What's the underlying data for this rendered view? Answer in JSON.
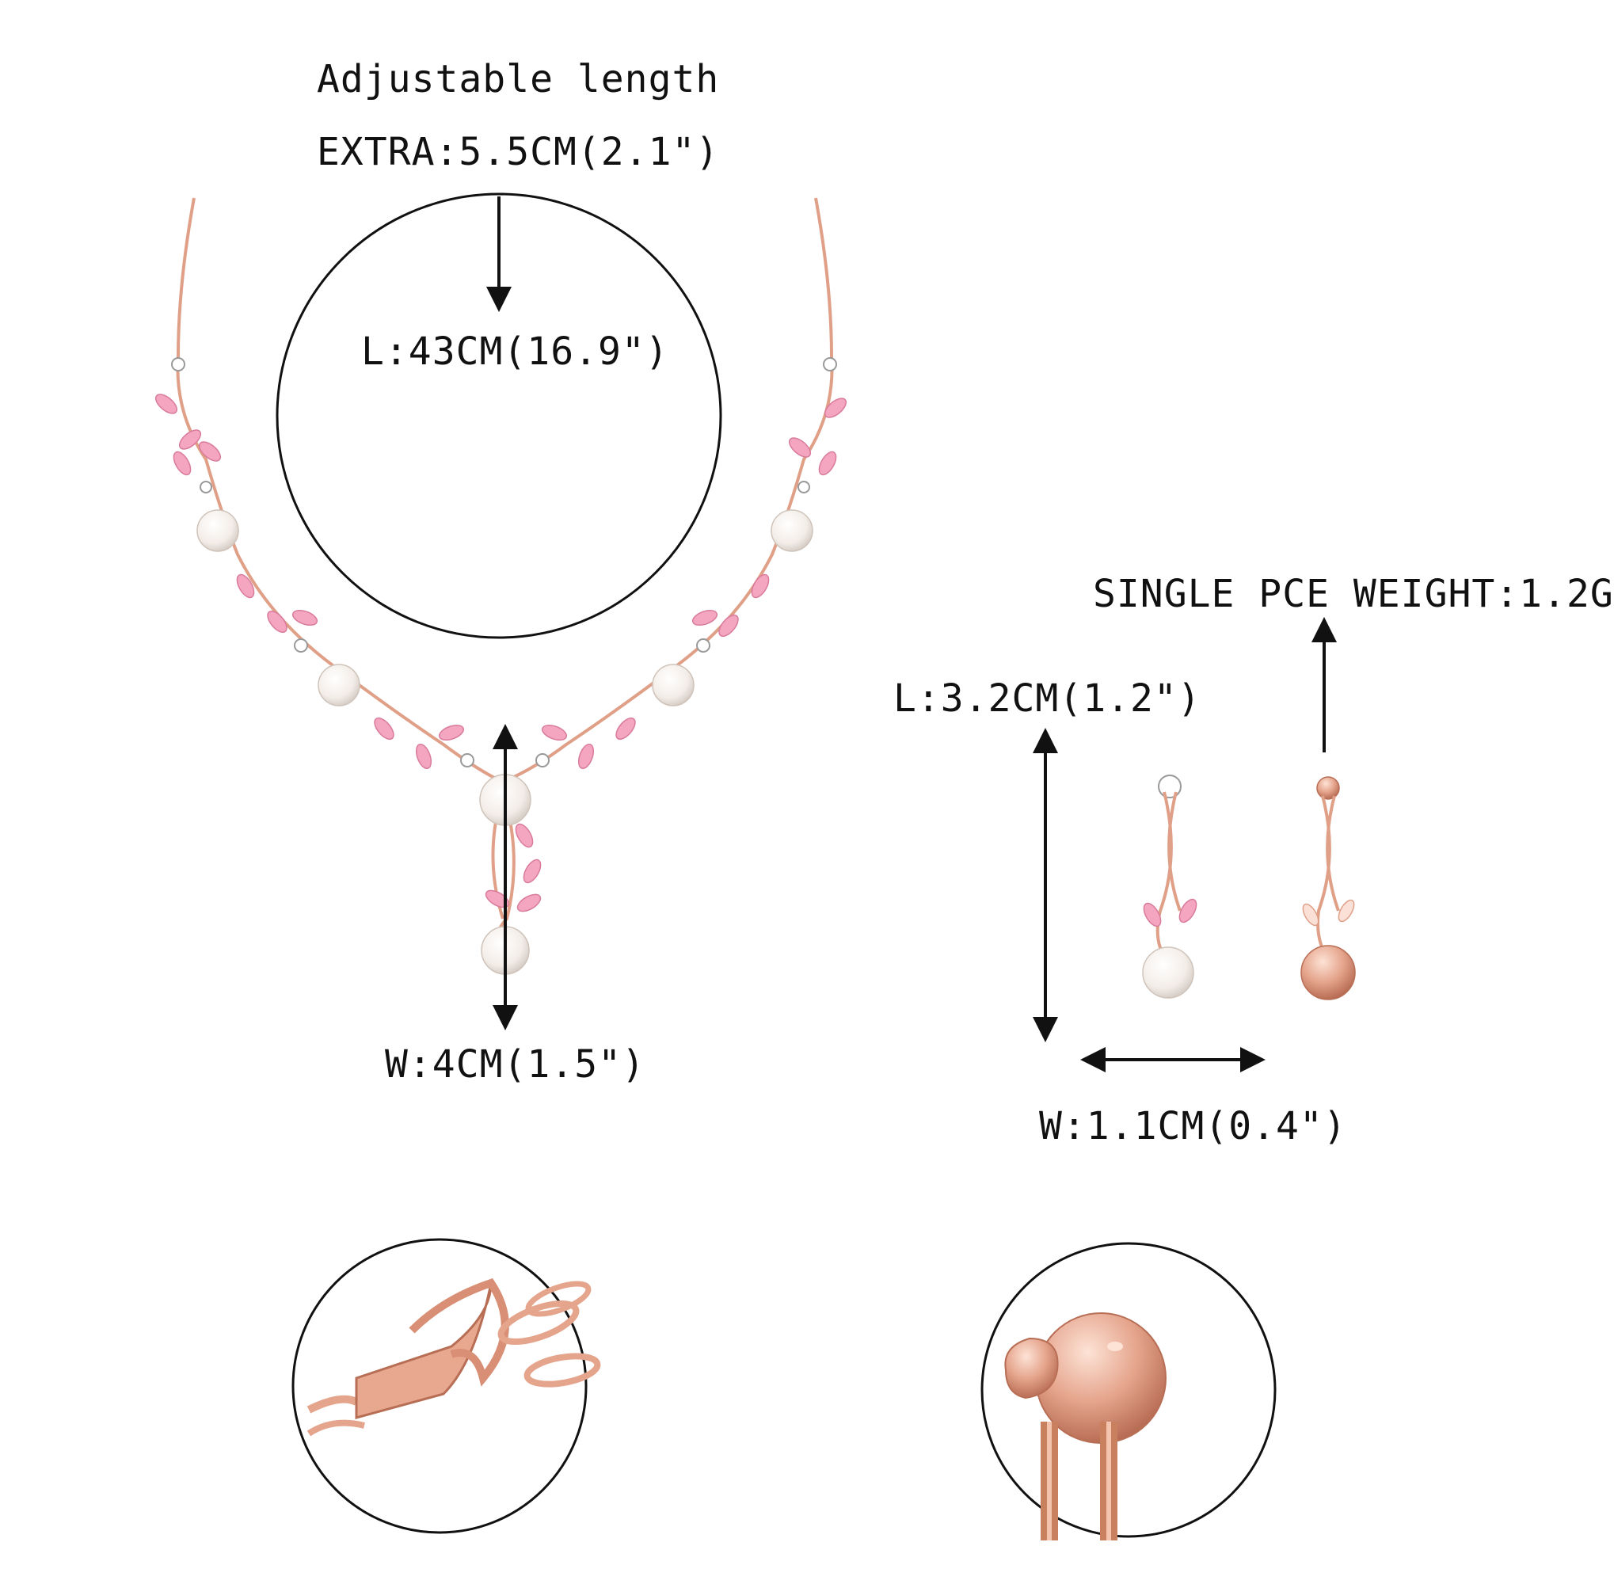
{
  "necklace": {
    "adjustable_label": "Adjustable length",
    "extra_label": "EXTRA:5.5CM(2.1\")",
    "length_label": "L:43CM(16.9\")",
    "width_label": "W:4CM(1.5\")"
  },
  "earring": {
    "weight_label": "SINGLE PCE WEIGHT:1.2G",
    "length_label": "L:3.2CM(1.2\")",
    "width_label": "W:1.1CM(0.4\")"
  },
  "details": {
    "clasp_closeup": "lobster-clasp-icon",
    "back_closeup": "earring-back-icon"
  },
  "colors": {
    "rose_gold": "#e8a890",
    "pink_crystal": "#f4a6c0",
    "pearl": "#f6f1ec",
    "line": "#111111"
  }
}
